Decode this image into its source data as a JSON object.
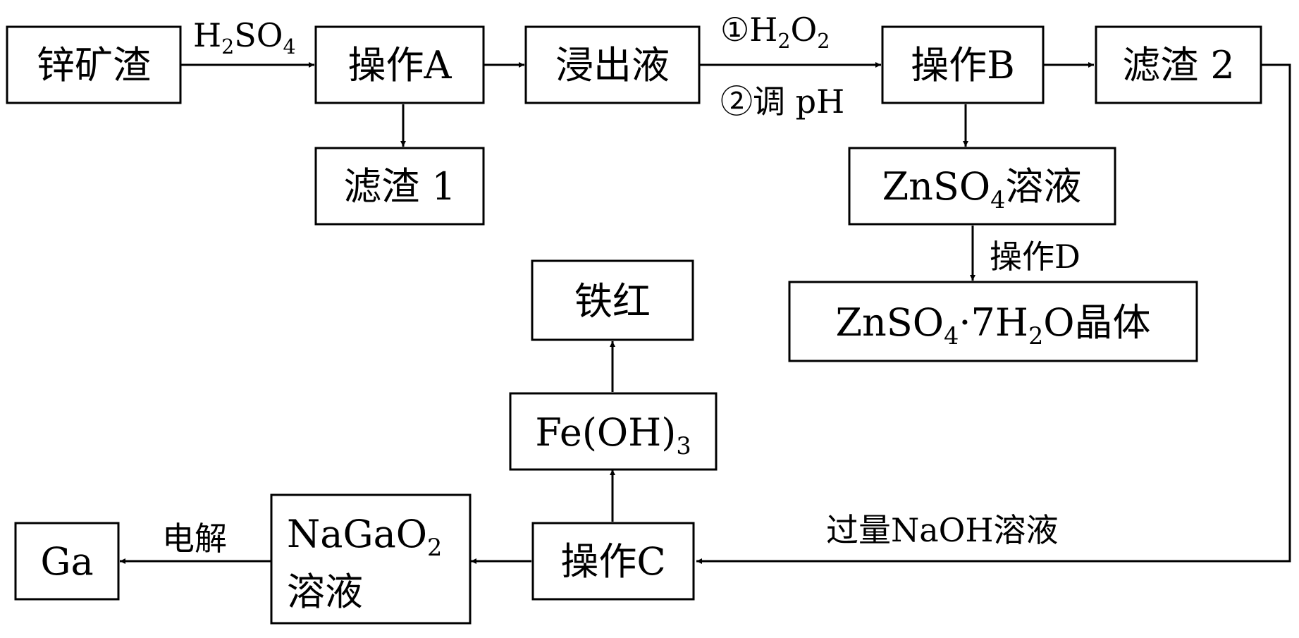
{
  "nodes": {
    "zinc_slag": "锌矿渣",
    "op_a": "操作A",
    "leachate": "浸出液",
    "op_b": "操作B",
    "residue_2": "滤渣 2",
    "residue_1": "滤渣 1",
    "znso4_solution": {
      "pre": "ZnSO",
      "sub": "4",
      "post": "溶液"
    },
    "znso4_crystal": {
      "a": "ZnSO",
      "b": "4",
      "c": "·7H",
      "d": "2",
      "e": "O晶体"
    },
    "iron_red": "铁红",
    "fe_oh3": {
      "pre": "Fe(OH)",
      "sub": "3"
    },
    "op_c": "操作C",
    "nagao2_solution": {
      "line1_pre": "NaGaO",
      "line1_sub": "2",
      "line2": "溶液"
    },
    "ga": "Ga"
  },
  "edges": {
    "h2so4": {
      "a": "H",
      "b": "2",
      "c": "SO",
      "d": "4"
    },
    "h2o2": {
      "a": "①H",
      "b": "2",
      "c": "O",
      "d": "2"
    },
    "adjust_ph": "②调 pH",
    "op_d": "操作D",
    "excess_naoh": "过量NaOH溶液",
    "electrolysis": "电解"
  }
}
